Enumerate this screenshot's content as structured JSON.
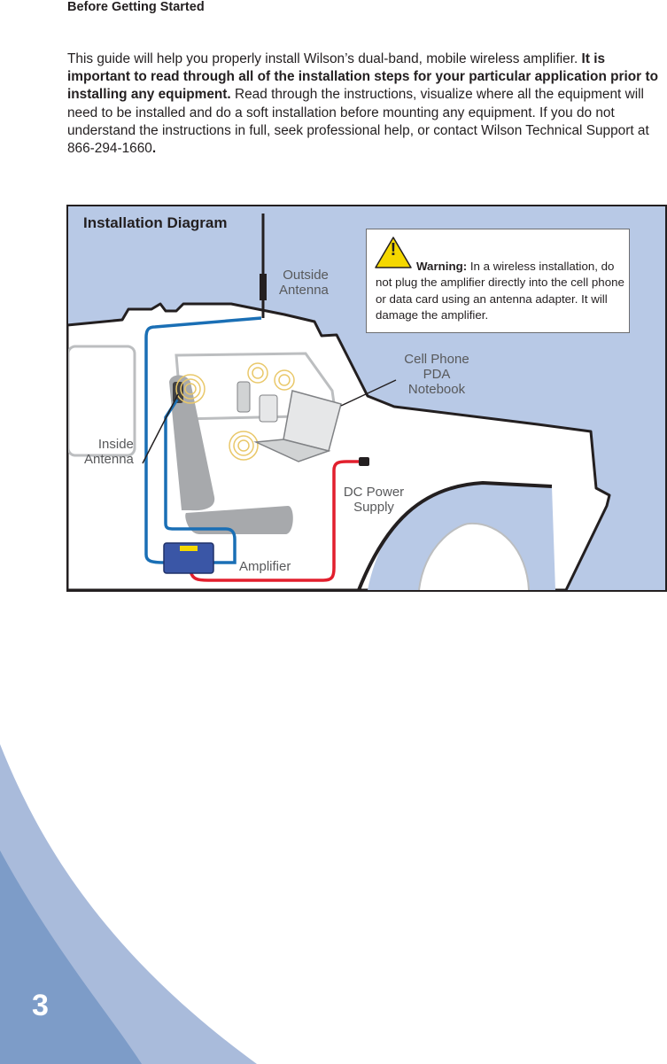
{
  "header": {
    "section_title": "Before Getting Started"
  },
  "intro": {
    "part1": "This guide will help you properly install Wilson’s dual-band, mobile wireless amplifier. ",
    "bold": "It is important to read through all of the installation steps for your particular application prior to installing any equipment.",
    "part2": " Read through the instructions, visualize where all the equipment will need to be installed and do a soft installation before mounting any equipment. If you do not understand the instructions in full, seek professional help, or contact Wilson Technical Support at 866-294-1660",
    "period": "."
  },
  "diagram": {
    "title": "Installation Diagram",
    "labels": {
      "outside_antenna_1": "Outside",
      "outside_antenna_2": "Antenna",
      "inside_antenna_1": "Inside",
      "inside_antenna_2": "Antenna",
      "devices_1": "Cell Phone",
      "devices_2": "PDA",
      "devices_3": "Notebook",
      "dc_power_1": "DC Power",
      "dc_power_2": "Supply",
      "amplifier": "Amplifier"
    },
    "warning": {
      "icon_symbol": "!",
      "label": "Warning:",
      "text": " In a wireless installation, do not plug the amplifier directly into the cell phone or data card using an antenna adapter.  It will damage the amplifier."
    },
    "colors": {
      "sky": "#b8c9e6",
      "cable_blue": "#1a6fb5",
      "cable_red": "#e21f2d",
      "warning_yellow": "#f5d800"
    }
  },
  "footer": {
    "page_number": "3"
  }
}
